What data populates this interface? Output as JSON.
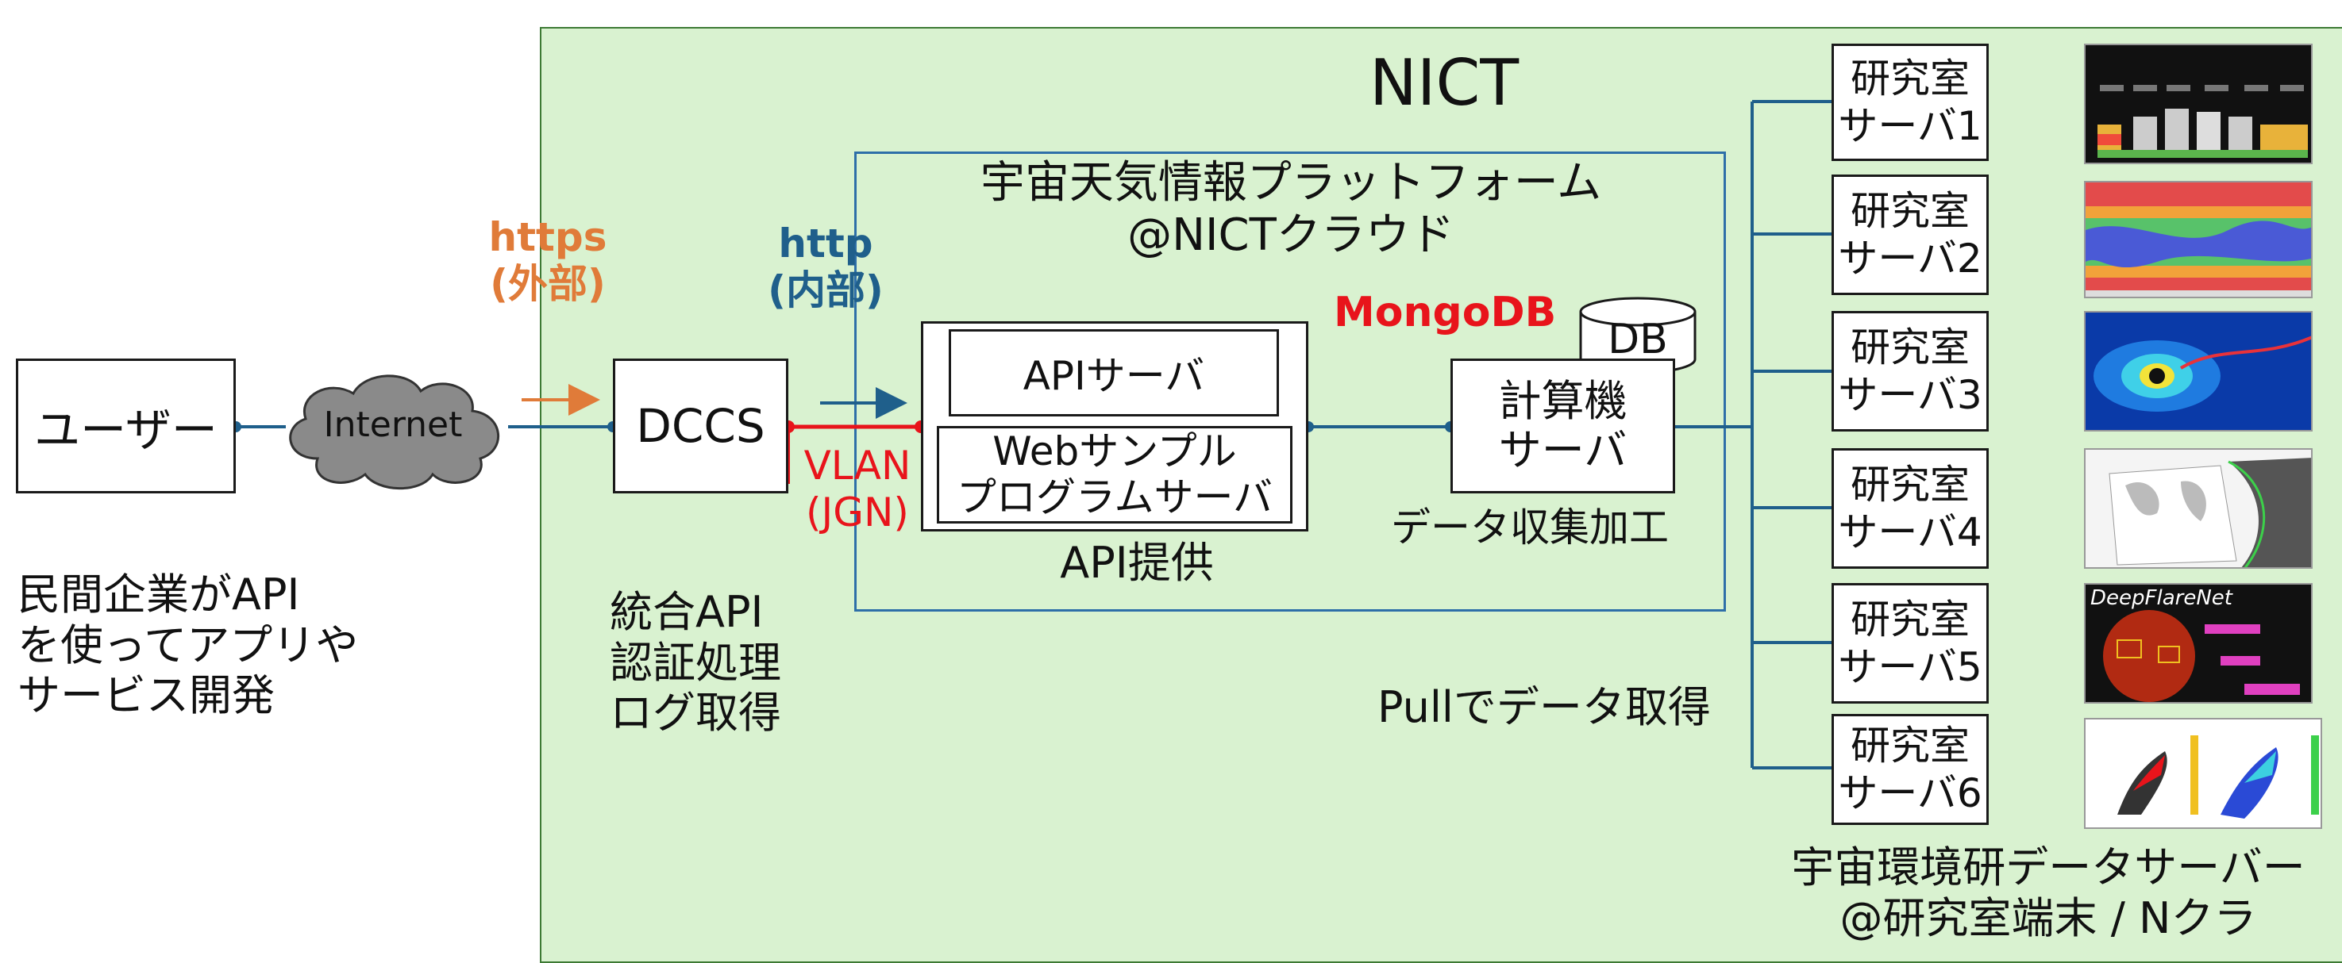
{
  "nict_title": "NICT",
  "platform": {
    "title": "宇宙天気情報プラットフォーム\n@NICTクラウド"
  },
  "user_box": "ユーザー",
  "user_caption": "民間企業がAPI\nを使ってアプリや\nサービス開発",
  "cloud_label": "Internet",
  "https_label": "https\n(外部)",
  "http_label": "http\n(内部)",
  "dccs_box": "DCCS",
  "dccs_caption": "統合API\n認証処理\nログ取得",
  "vlan_label": "VLAN\n(JGN)",
  "api_server": "APIサーバ",
  "web_server": "Webサンプル\nプログラムサーバ",
  "api_caption": "API提供",
  "mongodb_label": "MongoDB",
  "db_label": "DB",
  "calc_server": "計算機\nサーバ",
  "collect_caption": "データ収集加工",
  "pull_caption": "Pullでデータ取得",
  "lab_servers": [
    "研究室\nサーバ1",
    "研究室\nサーバ2",
    "研究室\nサーバ3",
    "研究室\nサーバ4",
    "研究室\nサーバ5",
    "研究室\nサーバ6"
  ],
  "thumb5_title": "DeepFlareNet",
  "bottom_caption": "宇宙環境研データサーバー\n@研究室端末 / Nクラ",
  "colors": {
    "https": "#e07b39",
    "http": "#1f5f8b",
    "vlan": "#e8141b",
    "mongodb": "#e8141b",
    "line": "#1f5f8b",
    "zone": "#d9f2d0"
  }
}
